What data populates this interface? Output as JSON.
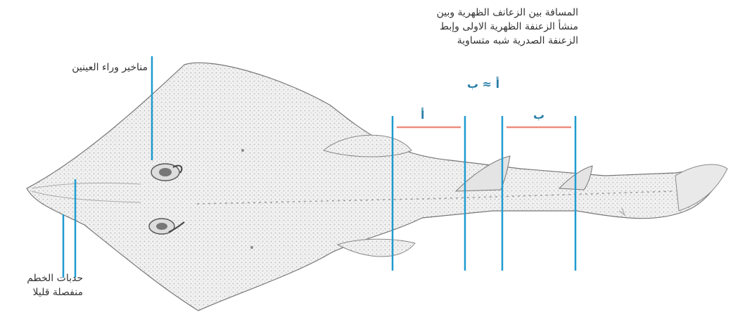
{
  "annotations": {
    "top_note": {
      "lines": [
        "المسافة بين الزعانف الظهرية وبين",
        "منشأ الزعنفة الظهرية الاولى وإبط",
        "الزعنفة الصدرية شبه متساوية"
      ]
    },
    "equation": "أ ≈ ب",
    "segment_a": "أ",
    "segment_b": "ب",
    "nostrils": "مناخير وراء العينين",
    "snout_ridges": {
      "lines": [
        "حدبات الخطم",
        "منفصلة قليلا"
      ]
    }
  },
  "colors": {
    "marker_line": "#1f9bd0",
    "segment_bar": "#ec8c7e",
    "label_text": "#333333",
    "segment_text": "#2a7fa8"
  },
  "illustration": "guitarfish-dorsal-view"
}
